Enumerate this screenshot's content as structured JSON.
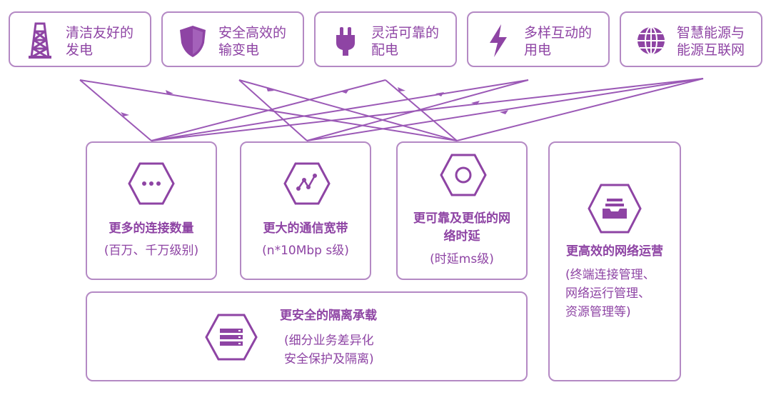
{
  "colors": {
    "primary": "#8e44a4",
    "border": "#b489c4",
    "line": "#9b59b6"
  },
  "top_boxes": [
    {
      "icon": "power-tower-icon",
      "line1": "清洁友好的",
      "line2": "发电"
    },
    {
      "icon": "shield-icon",
      "line1": "安全高效的",
      "line2": "输变电"
    },
    {
      "icon": "plug-icon",
      "line1": "灵活可靠的",
      "line2": "配电"
    },
    {
      "icon": "lightning-bolt-icon",
      "line1": "多样互动的",
      "line2": "用电"
    },
    {
      "icon": "globe-icon",
      "line1": "智慧能源与",
      "line2": "能源互联网"
    }
  ],
  "capabilities": {
    "connections": {
      "icon": "ellipsis-hexagon-icon",
      "title": "更多的连接数量",
      "sub": "(百万、千万级别)"
    },
    "bandwidth": {
      "icon": "trend-hexagon-icon",
      "title": "更大的通信宽带",
      "sub": "(n*10Mbp s级)"
    },
    "latency": {
      "icon": "circle-hexagon-icon",
      "title_line1": "更可靠及更低的网",
      "title_line2": "络时延",
      "sub": "(时延ms级)"
    },
    "operations": {
      "icon": "inbox-hexagon-icon",
      "title": "更高效的网络运营",
      "sub_line1": "(终端连接管理、",
      "sub_line2": "网络运行管理、",
      "sub_line3": "资源管理等)"
    },
    "isolation": {
      "icon": "server-hexagon-icon",
      "title": "更安全的隔离承载",
      "sub_line1": "(细分业务差异化",
      "sub_line2": "安全保护及隔离)"
    }
  }
}
